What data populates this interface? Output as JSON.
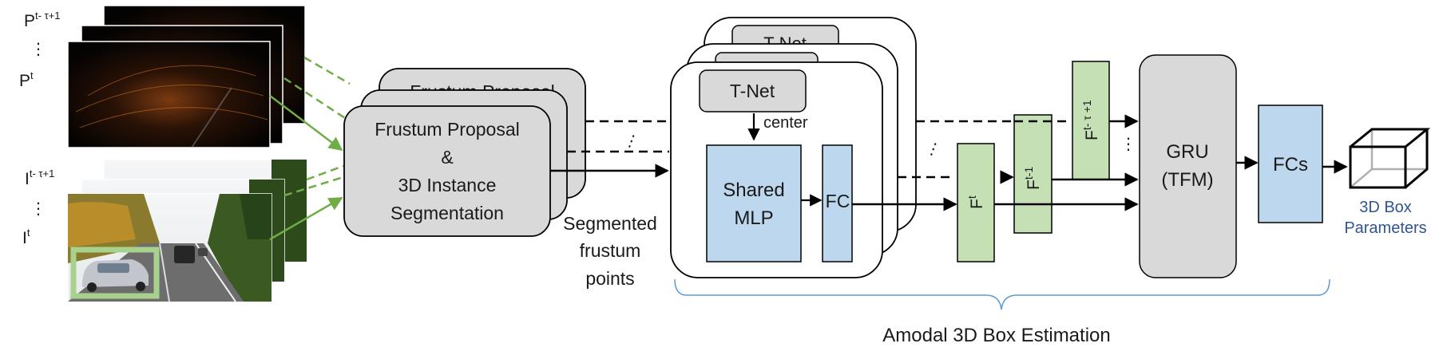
{
  "point_cloud_labels": {
    "first": "P",
    "first_sup": "t- τ+1",
    "dots": "⋮",
    "last": "P",
    "last_sup": "t"
  },
  "image_labels": {
    "first": "I",
    "first_sup": "t- τ+1",
    "dots": "⋮",
    "last": "I",
    "last_sup": "t"
  },
  "frustum_box": {
    "line1": "Frustum Proposal",
    "line2": "&",
    "line3": "3D Instance",
    "line4": "Segmentation",
    "back_text": "Frustum Proposal"
  },
  "segmented_label": {
    "line1": "Segmented",
    "line2": "frustum",
    "line3": "points"
  },
  "dots": "⋮",
  "estimation": {
    "tnet": "T-Net",
    "tnet_back": "T-Net",
    "center": "center",
    "mlp_line1": "Shared",
    "mlp_line2": "MLP",
    "fc": "FC"
  },
  "features": {
    "f_t": "F",
    "f_t_sup": "t",
    "f_t1": "F",
    "f_t1_sup": "t-1",
    "f_tau": "F",
    "f_tau_sup": "t- τ +1",
    "dots": "⋮"
  },
  "gru": {
    "line1": "GRU",
    "line2": "(TFM)"
  },
  "fcs": "FCs",
  "output": {
    "line1": "3D Box",
    "line2": "Parameters"
  },
  "brace_label": "Amodal 3D Box Estimation",
  "colors": {
    "gray_box": "#d9d9d9",
    "blue_box": "#bdd7ee",
    "green_box": "#c5e0b4",
    "green_line": "#70ad47",
    "output_text": "#2f5597"
  }
}
